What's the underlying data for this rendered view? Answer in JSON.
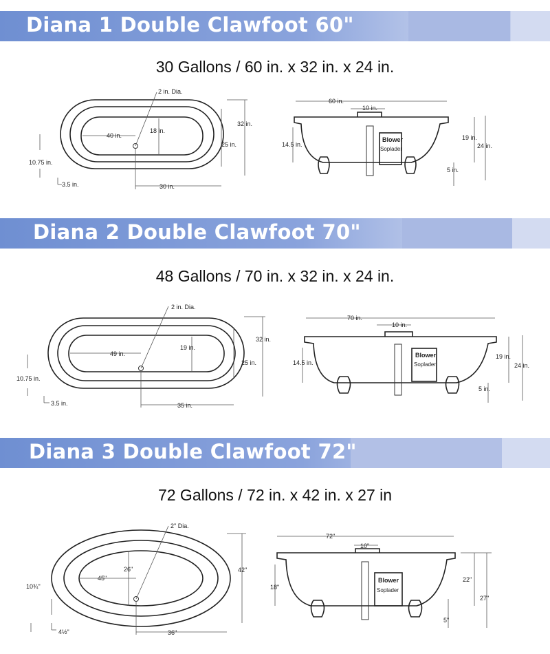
{
  "sections": [
    {
      "title": "Diana 1 Double Clawfoot 60\"",
      "spec": "30 Gallons / 60 in. x 32 in. x 24 in.",
      "top": {
        "drain_dia": "2 in. Dia.",
        "inner_length": "40 in.",
        "inner_width": "18 in.",
        "depth": "25 in.",
        "width": "32 in.",
        "drain_offset_side": "10.75 in.",
        "drain_offset_end": "3.5 in.",
        "drain_center": "30 in."
      },
      "side": {
        "length": "60 in.",
        "faucet_span": "10 in.",
        "blower": "Blower",
        "blower_brand": "Soplader",
        "drain_height": "14.5 in.",
        "rim_height": "19 in.",
        "total_height": "24 in.",
        "foot_height": "5 in."
      }
    },
    {
      "title": "Diana 2 Double Clawfoot 70\"",
      "spec": "48 Gallons / 70 in. x 32 in. x 24 in.",
      "top": {
        "drain_dia": "2 in. Dia.",
        "inner_length": "49 in.",
        "inner_width": "19 in.",
        "depth": "25 in.",
        "width": "32 in.",
        "drain_offset_side": "10.75 in.",
        "drain_offset_end": "3.5 in.",
        "drain_center": "35 in."
      },
      "side": {
        "length": "70 in.",
        "faucet_span": "10 in.",
        "blower": "Blower",
        "blower_brand": "Soplader",
        "drain_height": "14.5 in.",
        "rim_height": "19 in.",
        "total_height": "24 in.",
        "foot_height": "5 in."
      }
    },
    {
      "title": "Diana 3 Double Clawfoot 72\"",
      "spec": "72 Gallons / 72 in. x 42 in. x 27 in",
      "top": {
        "drain_dia": "2\" Dia.",
        "inner_length": "45\"",
        "inner_width": "26\"",
        "width": "42\"",
        "drain_offset_side": "10¾\"",
        "drain_offset_end": "4½\"",
        "drain_center": "36\""
      },
      "side": {
        "length": "72\"",
        "faucet_span": "10\"",
        "blower": "Blower",
        "blower_brand": "Soplader",
        "drain_height": "18\"",
        "rim_height": "22\"",
        "total_height": "27\"",
        "foot_height": "5\""
      }
    }
  ]
}
